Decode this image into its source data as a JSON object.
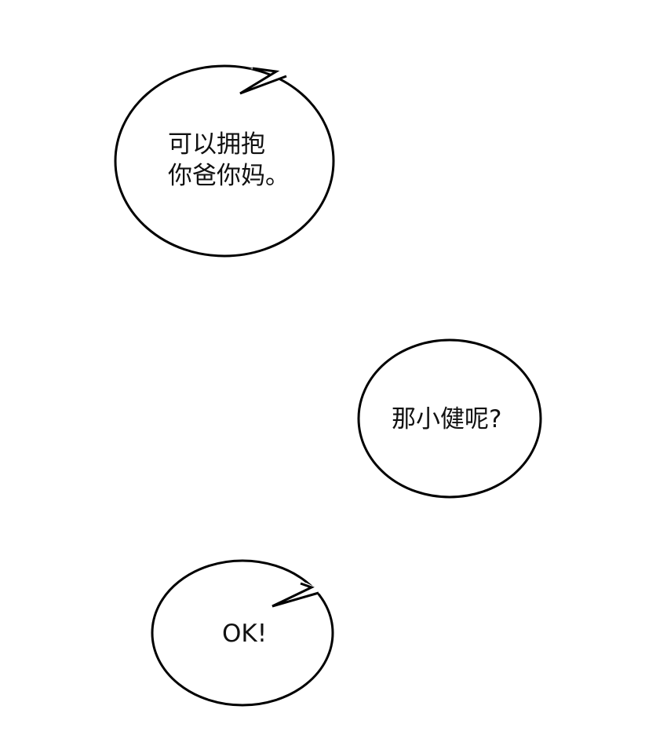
{
  "bubbles": [
    {
      "lines": [
        "可以拥抱",
        "你爸你妈。"
      ]
    },
    {
      "lines": [
        "那小健呢?"
      ]
    },
    {
      "lines": [
        "OK!"
      ]
    }
  ],
  "colors": {
    "ink": "#111111",
    "background": "#ffffff"
  }
}
